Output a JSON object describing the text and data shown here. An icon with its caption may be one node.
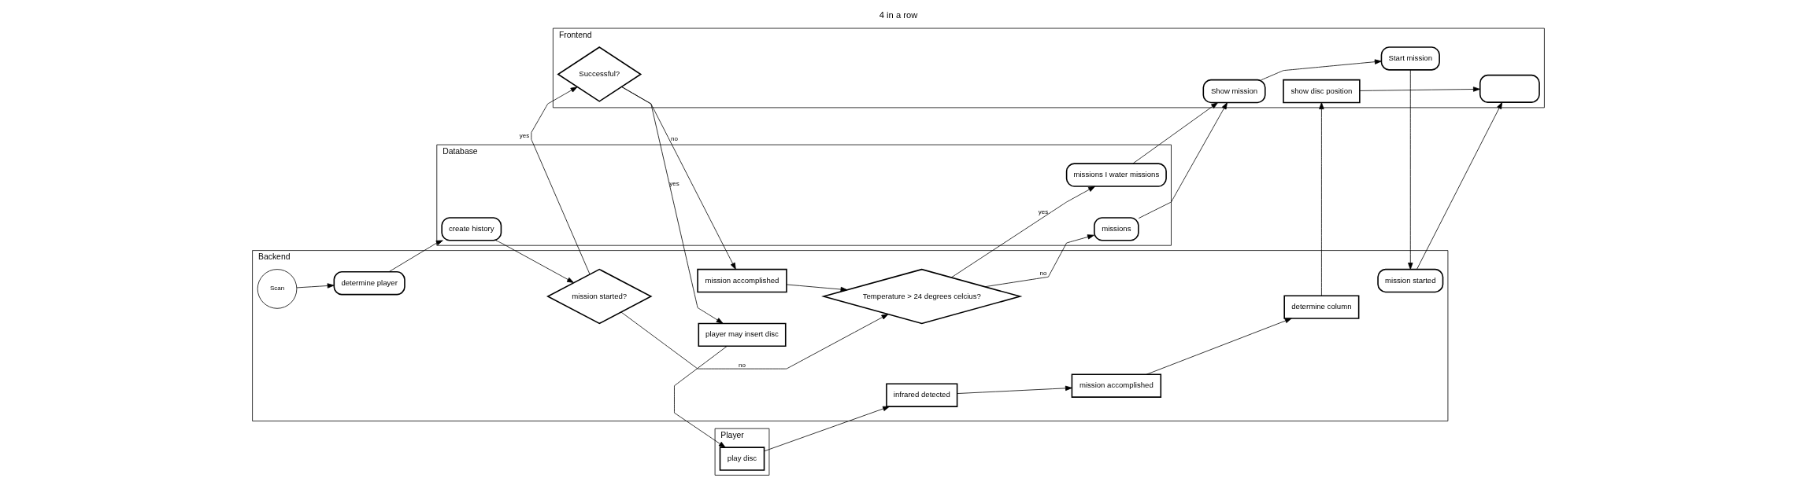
{
  "diagram": {
    "title": "4 in a row",
    "nodes": [
      {
        "text": [
          "Backend"
        ]
      },
      {
        "text": [
          "Scan"
        ],
        "in": 0
      },
      {
        "text": [
          "determine player"
        ],
        "in": 0
      },
      {
        "text": [
          "mission started?"
        ],
        "in": 0
      },
      {
        "text": [
          "mission accomplished"
        ],
        "in": 0
      },
      {
        "text": [
          "Temperature > 24 degrees celcius?"
        ],
        "in": 0
      },
      {
        "text": [
          "mission started"
        ],
        "in": 0
      },
      {
        "text": [
          "player may insert disc"
        ],
        "in": 0
      },
      {
        "text": [
          "infrared detected"
        ],
        "in": 0
      },
      {
        "text": [
          "mission accomplished"
        ],
        "in": 0
      },
      {
        "text": [
          "determine column"
        ],
        "in": 0
      },
      {
        "text": [
          "Database"
        ]
      },
      {
        "text": [
          "create history"
        ],
        "in": 11
      },
      {
        "text": [
          "missions I water missions"
        ],
        "in": 11
      },
      {
        "text": [
          "missions"
        ],
        "in": 11
      },
      {
        "text": [
          "Frontend"
        ]
      },
      {
        "text": [
          "Successful?"
        ],
        "in": 15
      },
      {
        "text": [
          "Show mission"
        ],
        "in": 15
      },
      {
        "text": [
          "Start mission"
        ],
        "in": 15
      },
      {
        "text": [
          "show disc position"
        ],
        "in": 15
      },
      {
        "text": [],
        "shape": "oval",
        "in": 15
      },
      {
        "text": [
          "Player"
        ]
      },
      {
        "text": [
          "play disc"
        ],
        "in": 21
      }
    ],
    "edges": [
      {
        "from": 1,
        "to": 2,
        "arrow": "to"
      },
      {
        "from": 2,
        "to": 12,
        "arrow": "to"
      },
      {
        "from": 12,
        "to": 3,
        "arrow": "to"
      },
      {
        "from": 3,
        "to": 5,
        "arrow": "to",
        "label": "no"
      },
      {
        "from": 3,
        "to": 16,
        "arrow": "to",
        "label": "yes"
      },
      {
        "from": 16,
        "to": 4,
        "arrow": "to",
        "label": "no"
      },
      {
        "from": 16,
        "to": 7,
        "arrow": "to",
        "label": "yes"
      },
      {
        "from": 4,
        "to": 5,
        "arrow": "to"
      },
      {
        "from": 5,
        "to": 13,
        "arrow": "to",
        "label": "yes"
      },
      {
        "from": 5,
        "to": 14,
        "arrow": "to",
        "label": "no"
      },
      {
        "from": 13,
        "to": 17,
        "arrow": "to"
      },
      {
        "from": 14,
        "to": 17,
        "arrow": "to"
      },
      {
        "from": 17,
        "to": 18,
        "arrow": "to"
      },
      {
        "from": 18,
        "to": 6,
        "arrow": "to"
      },
      {
        "from": 6,
        "to": 20,
        "arrow": "to"
      },
      {
        "from": 7,
        "to": 22,
        "arrow": "to"
      },
      {
        "from": 22,
        "to": 8,
        "arrow": "to"
      },
      {
        "from": 8,
        "to": 9,
        "arrow": "to"
      },
      {
        "from": 9,
        "to": 10,
        "arrow": "to"
      },
      {
        "from": 10,
        "to": 19,
        "arrow": "to"
      },
      {
        "from": 19,
        "to": 20,
        "arrow": "to"
      }
    ]
  }
}
